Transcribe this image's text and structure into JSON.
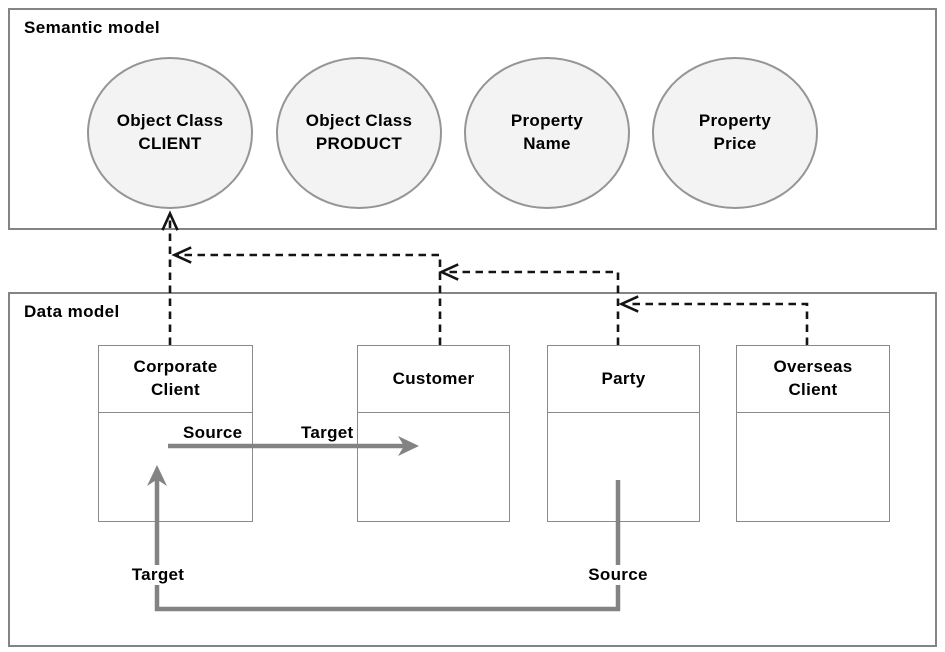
{
  "diagram": {
    "title": "Semantic model to data model mapping diagram",
    "semantic_model": {
      "label": "Semantic model",
      "concepts": [
        {
          "id": "object-class-client",
          "lines": [
            "Object Class",
            "CLIENT"
          ]
        },
        {
          "id": "object-class-product",
          "lines": [
            "Object Class",
            "PRODUCT"
          ]
        },
        {
          "id": "property-name",
          "lines": [
            "Property",
            "Name"
          ]
        },
        {
          "id": "property-price",
          "lines": [
            "Property",
            "Price"
          ]
        }
      ]
    },
    "data_model": {
      "label": "Data model",
      "entities": [
        {
          "id": "corporate-client",
          "lines": [
            "Corporate",
            "Client"
          ]
        },
        {
          "id": "customer",
          "lines": [
            "Customer"
          ]
        },
        {
          "id": "party",
          "lines": [
            "Party"
          ]
        },
        {
          "id": "overseas-client",
          "lines": [
            "Overseas",
            "Client"
          ]
        }
      ]
    },
    "mappings": [
      "Corporate Client -> Object Class CLIENT",
      "Customer -> Corporate Client mapping line",
      "Party -> Customer mapping line",
      "Overseas Client -> Party mapping line"
    ],
    "connector_labels": {
      "top_source": "Source",
      "top_target": "Target",
      "bottom_target": "Target",
      "bottom_source": "Source"
    },
    "colors": {
      "panel_border": "#848484",
      "entity_border": "#8a8a8a",
      "concept_fill": "#f3f3f3",
      "concept_border": "#959595",
      "dashed_line": "#141414",
      "solid_arrow": "#838383",
      "text": "#000000",
      "background": "#ffffff"
    }
  }
}
